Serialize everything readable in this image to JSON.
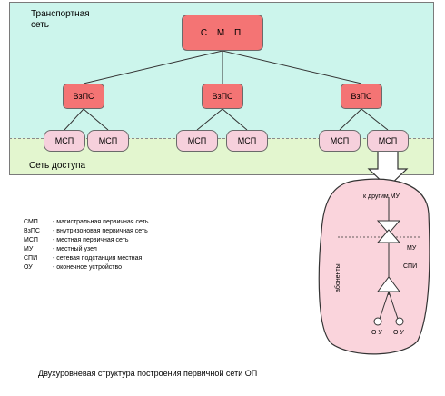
{
  "zones": {
    "transport_label": "Транспортная\nсеть",
    "access_label": "Сеть доступа"
  },
  "nodes": {
    "smp": "С М П",
    "vzps": [
      "ВзПС",
      "ВзПС",
      "ВзПС"
    ],
    "msp": [
      "МСП",
      "МСП",
      "МСП",
      "МСП",
      "МСП",
      "МСП"
    ]
  },
  "legend": [
    {
      "abbr": "СМП",
      "desc": "- магистральная первичная сеть"
    },
    {
      "abbr": "ВзПС",
      "desc": "- внутризоновая первичная сеть"
    },
    {
      "abbr": "МСП",
      "desc": "- местная первичная сеть"
    },
    {
      "abbr": "МУ",
      "desc": "- местный узел"
    },
    {
      "abbr": "СПИ",
      "desc": "- сетевая подстанция местная"
    },
    {
      "abbr": "ОУ",
      "desc": "- оконечное устройство"
    }
  ],
  "detail": {
    "top_label": "к другим МУ",
    "mu_label": "МУ",
    "spi_label": "СПИ",
    "side_label": "абоненты",
    "ou_labels": [
      "О У",
      "О У"
    ]
  },
  "caption": "Двухуровневая структура построения первичной сети ОП",
  "colors": {
    "transport_zone": "#ccf5ec",
    "access_zone": "#e3f6cf",
    "node_primary": "#f47474",
    "node_local": "#f6d0dc",
    "detail_blob": "#fad4dc"
  }
}
